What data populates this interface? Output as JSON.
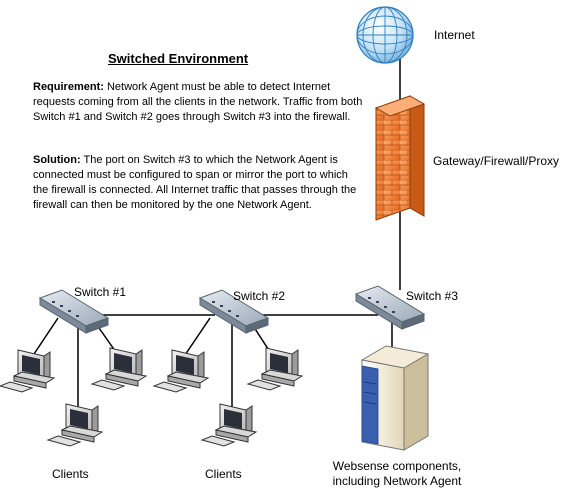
{
  "title": "Switched Environment",
  "requirement": {
    "label": "Requirement:",
    "text": " Network Agent must be able to detect Internet requests coming from all the clients in the network. Traffic from both Switch #1 and Switch #2 goes through Switch #3 into the firewall."
  },
  "solution": {
    "label": "Solution:",
    "text": "  The port on Switch #3 to which the Network Agent is connected must be configured to span or mirror the port to which the firewall is connected. All Internet traffic that passes through the firewall can then be monitored by the one Network Agent."
  },
  "nodes": {
    "internet": "Internet",
    "gateway": "Gateway/Firewall/Proxy",
    "switch1": "Switch #1",
    "switch2": "Switch #2",
    "switch3": "Switch #3",
    "clients1": "Clients",
    "clients2": "Clients",
    "server_line1": "Websense components,",
    "server_line2": "including Network Agent"
  },
  "colors": {
    "globe": "#5aa0d8",
    "firewall": "#f08030",
    "switch": "#9aa8b8",
    "server": "#e8dcc0"
  }
}
